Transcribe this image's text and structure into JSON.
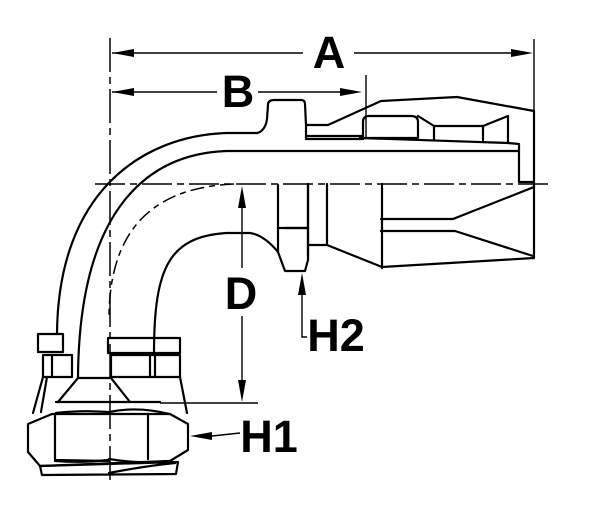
{
  "diagram": {
    "type": "technical-drawing-90-degree-elbow-hose-fitting",
    "labels": {
      "a": "A",
      "b": "B",
      "d": "D",
      "h1": "H1",
      "h2": "H2"
    },
    "colors": {
      "line": "#000000",
      "background": "#ffffff"
    }
  }
}
